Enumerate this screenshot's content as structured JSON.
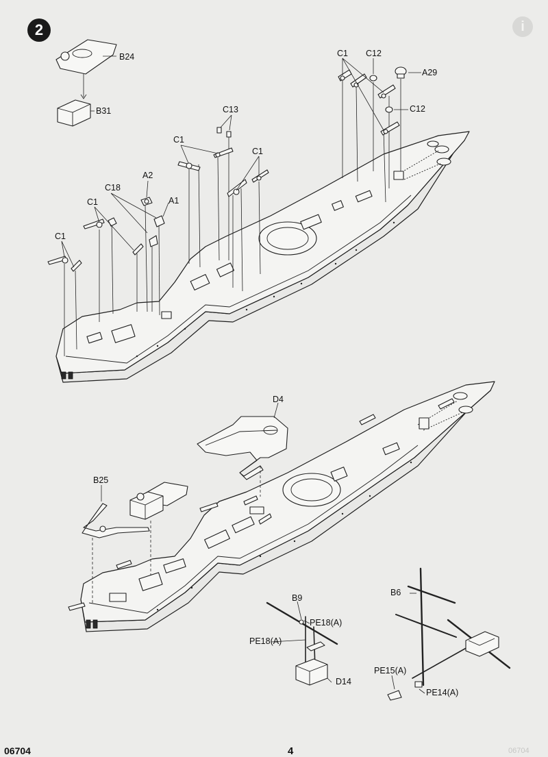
{
  "step": {
    "number": "2"
  },
  "corner_mark": "i",
  "upper_assembly": {
    "labels": {
      "b24": "B24",
      "b31": "B31",
      "c1_stern_low": "C1",
      "c1_stern_mid": "C1",
      "c18": "C18",
      "a2": "A2",
      "a1": "A1",
      "c1_mid": "C1",
      "c13": "C13",
      "c1_center": "C1",
      "c1_bow": "C1",
      "c12_top": "C12",
      "a29": "A29",
      "c12_lower": "C12"
    }
  },
  "lower_assembly": {
    "labels": {
      "d4": "D4",
      "b25": "B25"
    }
  },
  "mast_detail": {
    "labels": {
      "b9": "B9",
      "pe18_right": "PE18(A)",
      "pe18_left": "PE18(A)",
      "d14": "D14"
    }
  },
  "yard_detail": {
    "labels": {
      "b6": "B6",
      "pe15": "PE15(A)",
      "pe14": "PE14(A)"
    }
  },
  "footer": {
    "kit_code": "06704",
    "page_number": "4",
    "faint_code": "06704"
  }
}
